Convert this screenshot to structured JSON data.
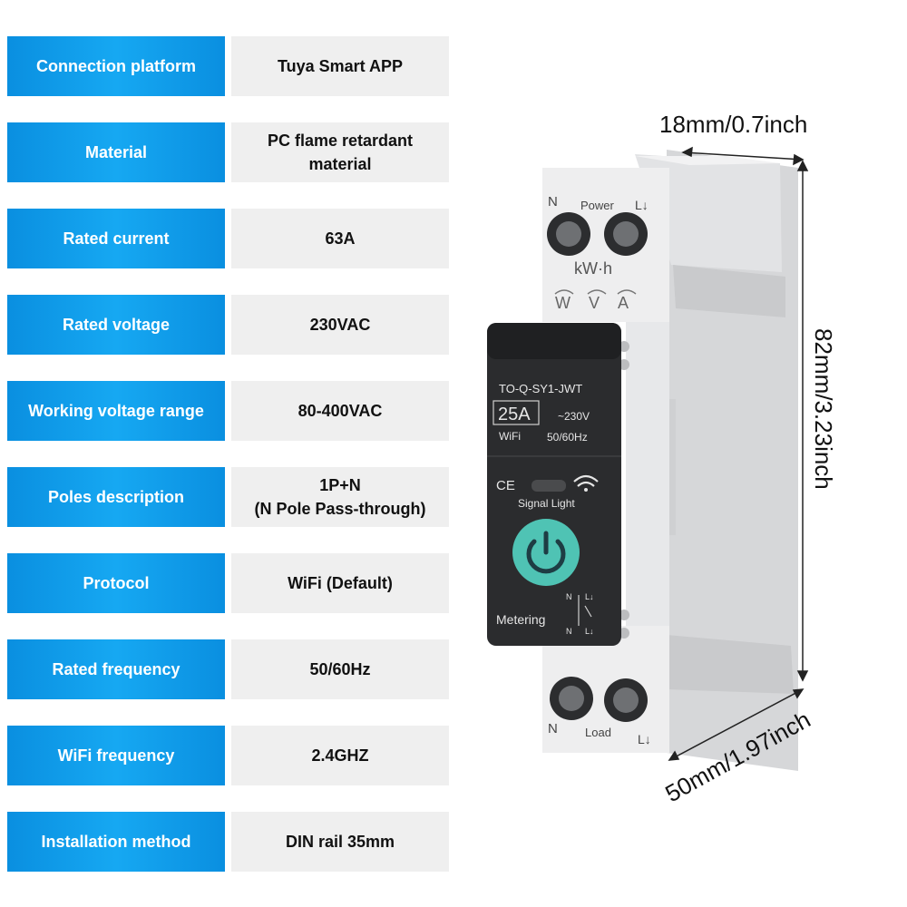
{
  "specs": [
    {
      "label": "Connection platform",
      "value": "Tuya Smart APP"
    },
    {
      "label": "Material",
      "value": "PC flame retardant\nmaterial"
    },
    {
      "label": "Rated current",
      "value": "63A"
    },
    {
      "label": "Rated voltage",
      "value": "230VAC"
    },
    {
      "label": "Working voltage range",
      "value": "80-400VAC"
    },
    {
      "label": "Poles description",
      "value": "1P+N\n(N Pole Pass-through)"
    },
    {
      "label": "Protocol",
      "value": "WiFi (Default)"
    },
    {
      "label": "Rated frequency",
      "value": "50/60Hz"
    },
    {
      "label": "WiFi frequency",
      "value": "2.4GHZ"
    },
    {
      "label": "Installation method",
      "value": "DIN rail 35mm"
    }
  ],
  "dimensions": {
    "width": "18mm/0.7inch",
    "height": "82mm/3.23inch",
    "depth": "50mm/1.97inch"
  },
  "device": {
    "top_n": "N",
    "top_power": "Power",
    "top_l": "L↓",
    "kwh": "kW·h",
    "unit_w": "W",
    "unit_v": "V",
    "unit_a": "A",
    "model": "TO-Q-SY1-JWT",
    "current": "25A",
    "voltage": "~230V",
    "wifi": "WiFi",
    "frequency": "50/60Hz",
    "ce": "CE",
    "signal_light": "Signal Light",
    "metering": "Metering",
    "diag_n1": "N",
    "diag_l1": "L↓",
    "diag_n2": "N",
    "diag_l2": "L↓",
    "bottom_n": "N",
    "bottom_load": "Load",
    "bottom_l": "L↓"
  },
  "colors": {
    "label_bg": "#0a8fe0",
    "value_bg": "#efefef",
    "device_body": "#e9eaec",
    "device_panel": "#2b2c2e",
    "power_button": "#4fc3b4"
  }
}
